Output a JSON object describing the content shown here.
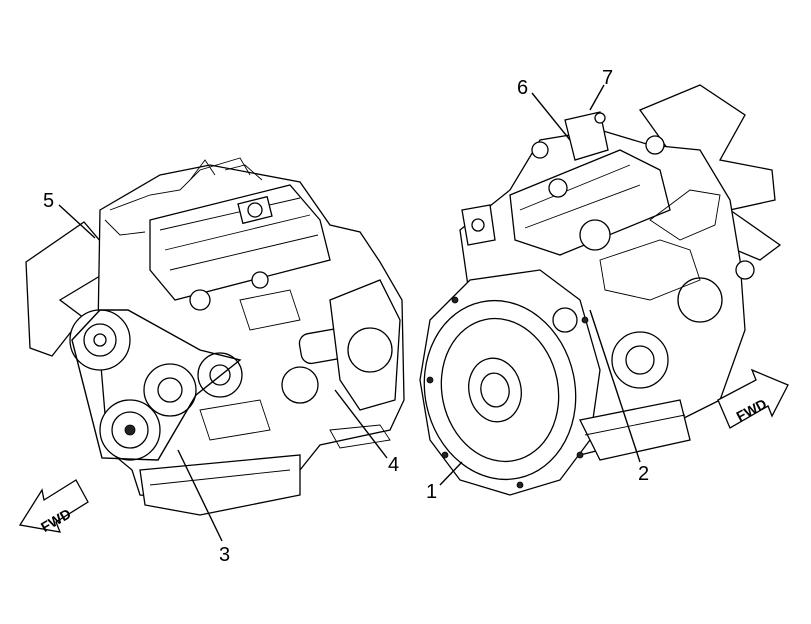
{
  "callouts": [
    {
      "id": "1",
      "label": "1"
    },
    {
      "id": "2",
      "label": "2"
    },
    {
      "id": "3",
      "label": "3"
    },
    {
      "id": "4",
      "label": "4"
    },
    {
      "id": "5",
      "label": "5"
    },
    {
      "id": "6",
      "label": "6"
    },
    {
      "id": "7",
      "label": "7"
    }
  ],
  "arrows": {
    "left_label": "FWD",
    "right_label": "FWD"
  }
}
